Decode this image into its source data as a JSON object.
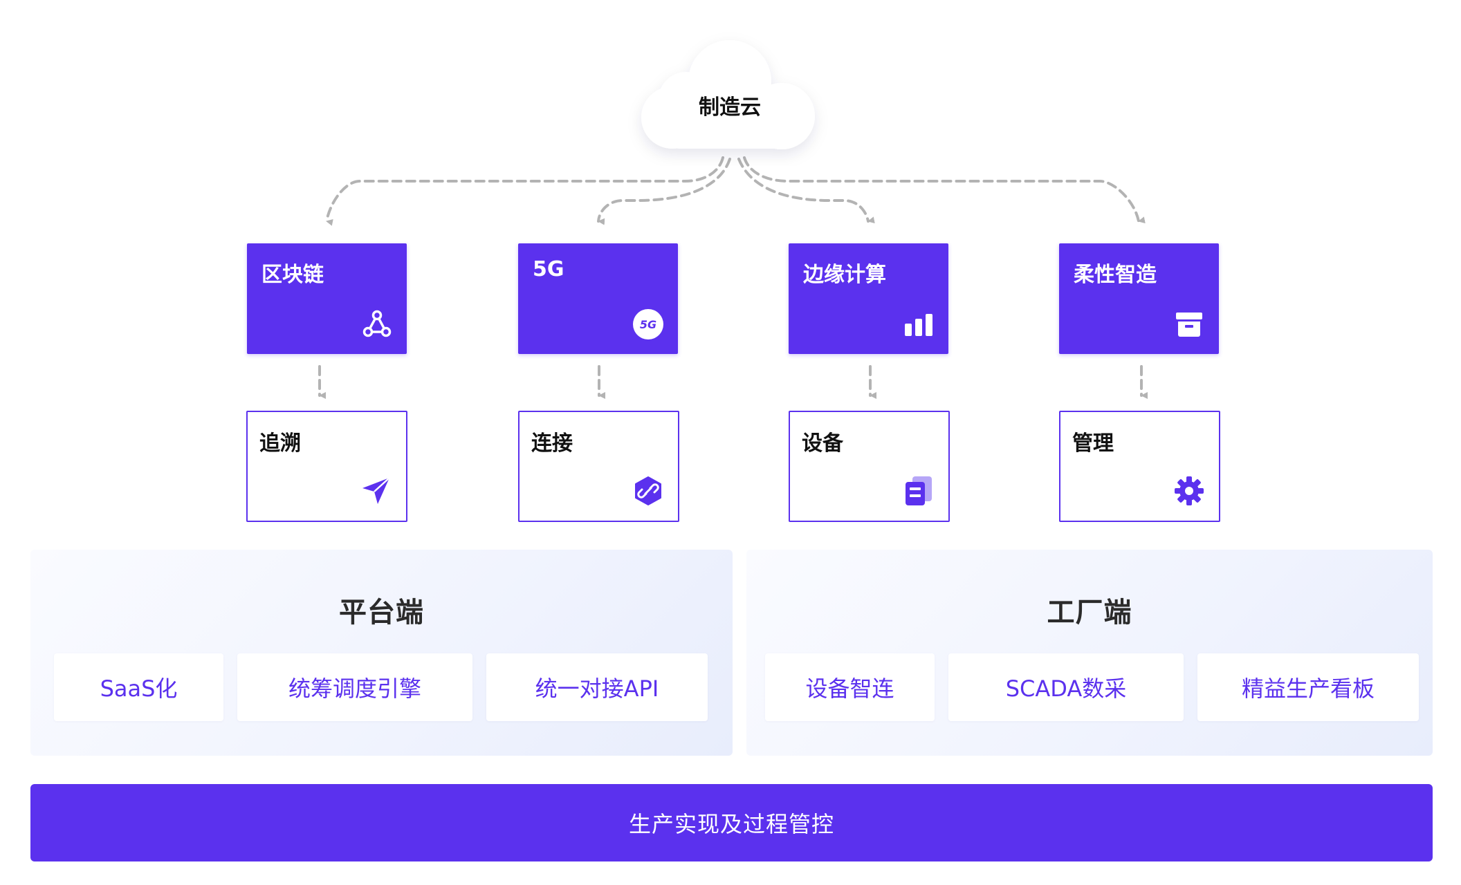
{
  "cloud": {
    "label": "制造云"
  },
  "columns": [
    {
      "top_label": "区块链",
      "top_icon": "blockchain-nodes-icon",
      "bottom_label": "追溯",
      "bottom_icon": "send-plane-icon"
    },
    {
      "top_label": "5G",
      "top_icon": "5g-badge-icon",
      "bottom_label": "连接",
      "bottom_icon": "link-hexagon-icon"
    },
    {
      "top_label": "边缘计算",
      "top_icon": "bar-chart-icon",
      "bottom_label": "设备",
      "bottom_icon": "device-server-icon"
    },
    {
      "top_label": "柔性智造",
      "top_icon": "archive-box-icon",
      "bottom_label": "管理",
      "bottom_icon": "gear-icon"
    }
  ],
  "icon_texts": {
    "five_g": "5G"
  },
  "platform": {
    "title": "平台端",
    "items": [
      "SaaS化",
      "统筹调度引擎",
      "统一对接API"
    ]
  },
  "factory": {
    "title": "工厂端",
    "items": [
      "设备智连",
      "SCADA数采",
      "精益生产看板"
    ]
  },
  "bottom_bar": {
    "label": "生产实现及过程管控"
  },
  "colors": {
    "accent": "#5b31ee",
    "connector": "#b3b3b3",
    "panel_bg": "#eef2fd"
  }
}
